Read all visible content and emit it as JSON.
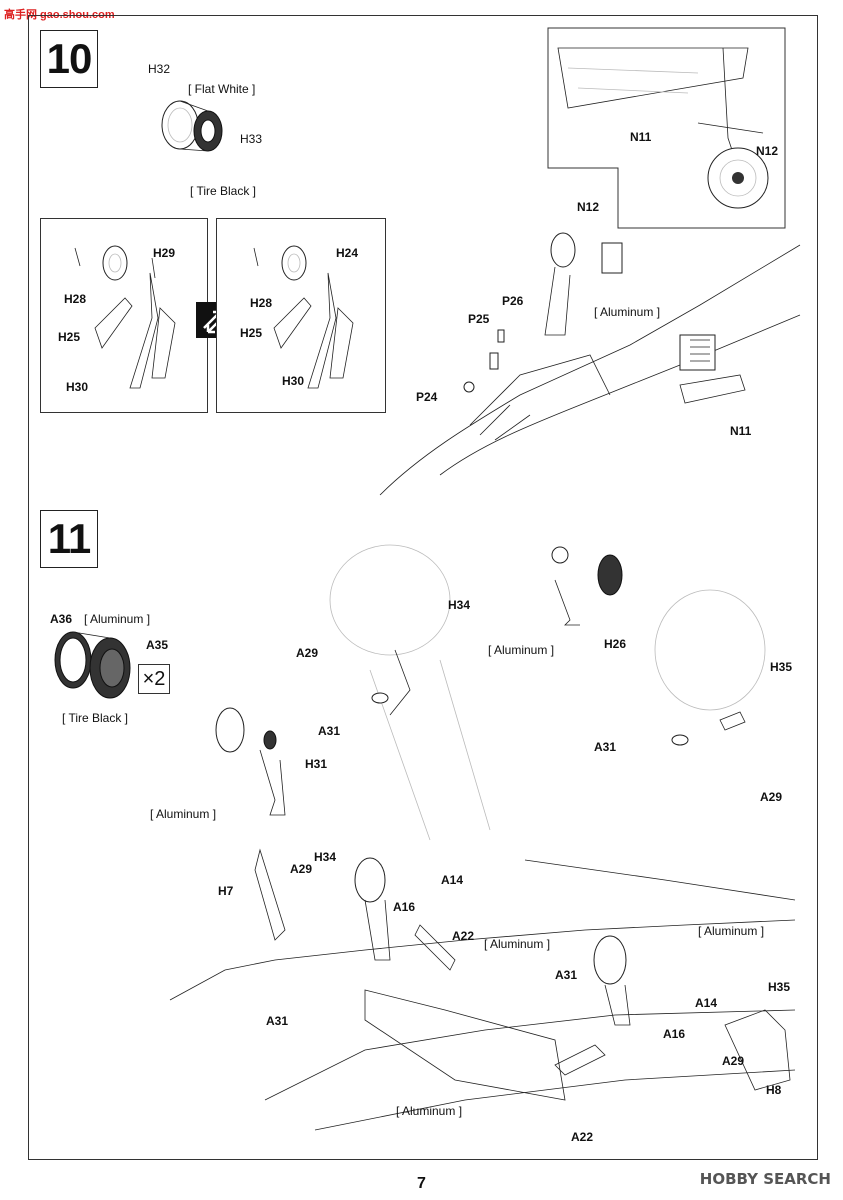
{
  "watermark_top": "高手网 gao.shou.com",
  "watermark_bottom": "HOBBY SEARCH",
  "page_number": "7",
  "step10": {
    "number": "10",
    "wheel_parts": [
      "H32",
      "H33"
    ],
    "paint_flat_white": "[ Flat White ]",
    "paint_tire_black": "[ Tire Black ]",
    "left_box_labels": [
      "H29",
      "H28",
      "H25",
      "H30"
    ],
    "right_box_labels": [
      "H24",
      "H28",
      "H25",
      "H30"
    ],
    "inset_labels": [
      "N11",
      "N12"
    ],
    "main_labels": [
      "N12",
      "P26",
      "P25",
      "P24",
      "N11"
    ],
    "paint_aluminum": "[ Aluminum ]"
  },
  "step11": {
    "number": "11",
    "wheel_parts": [
      "A36",
      "A35"
    ],
    "paint_aluminum": "[ Aluminum ]",
    "paint_tire_black": "[ Tire Black ]",
    "multiplier": "×2",
    "upper_labels": [
      "H34",
      "A29",
      "A31",
      "H26",
      "H35",
      "A31",
      "A29",
      "H31"
    ],
    "upper_paint": [
      "[ Aluminum ]",
      "[ Aluminum ]"
    ],
    "lower_labels": [
      "H34",
      "A29",
      "H7",
      "A16",
      "A14",
      "A22",
      "A31",
      "A31",
      "A14",
      "H35",
      "A16",
      "A29",
      "H8",
      "A22"
    ],
    "lower_paint": [
      "[ Aluminum ]",
      "[ Aluminum ]",
      "[ Aluminum ]"
    ]
  }
}
